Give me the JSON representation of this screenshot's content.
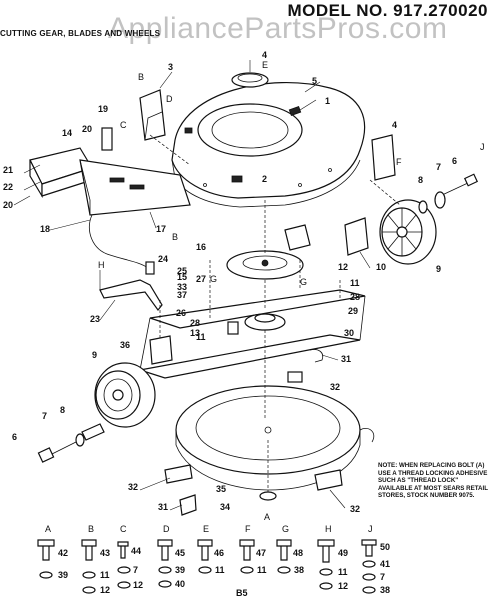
{
  "header": {
    "title": "MODEL NO. 917.270020",
    "watermark": "AppliancePartsPros.com",
    "section": "CUTTING GEAR, BLADES AND WHEELS"
  },
  "callouts": [
    "1",
    "2",
    "3",
    "4",
    "4",
    "5",
    "6",
    "6",
    "7",
    "7",
    "8",
    "8",
    "9",
    "9",
    "10",
    "11",
    "11",
    "12",
    "13",
    "14",
    "15",
    "16",
    "17",
    "18",
    "19",
    "20",
    "20",
    "21",
    "22",
    "23",
    "24",
    "25",
    "26",
    "27",
    "28",
    "28",
    "29",
    "30",
    "31",
    "31",
    "32",
    "32",
    "32",
    "33",
    "34",
    "35",
    "36",
    "37",
    "A",
    "B",
    "B",
    "C",
    "D",
    "E",
    "F",
    "G",
    "G",
    "H",
    "J"
  ],
  "hardware": [
    {
      "letter": "A",
      "parts": [
        "42",
        "39"
      ]
    },
    {
      "letter": "B",
      "parts": [
        "43",
        "11",
        "12"
      ]
    },
    {
      "letter": "C",
      "parts": [
        "44",
        "7",
        "12"
      ]
    },
    {
      "letter": "D",
      "parts": [
        "45",
        "39",
        "40"
      ]
    },
    {
      "letter": "E",
      "parts": [
        "46",
        "11"
      ]
    },
    {
      "letter": "F",
      "parts": [
        "47",
        "11"
      ]
    },
    {
      "letter": "G",
      "parts": [
        "48",
        "38"
      ]
    },
    {
      "letter": "H",
      "parts": [
        "49",
        "11",
        "12"
      ]
    },
    {
      "letter": "J",
      "parts": [
        "50",
        "41",
        "7",
        "38"
      ]
    }
  ],
  "note": "NOTE: WHEN REPLACING BOLT (A) USE A THREAD LOCKING ADHESIVE SUCH AS \"THREAD LOCK\" AVAILABLE AT MOST SEARS RETAIL STORES, STOCK NUMBER 9075.",
  "page_number": "B5"
}
